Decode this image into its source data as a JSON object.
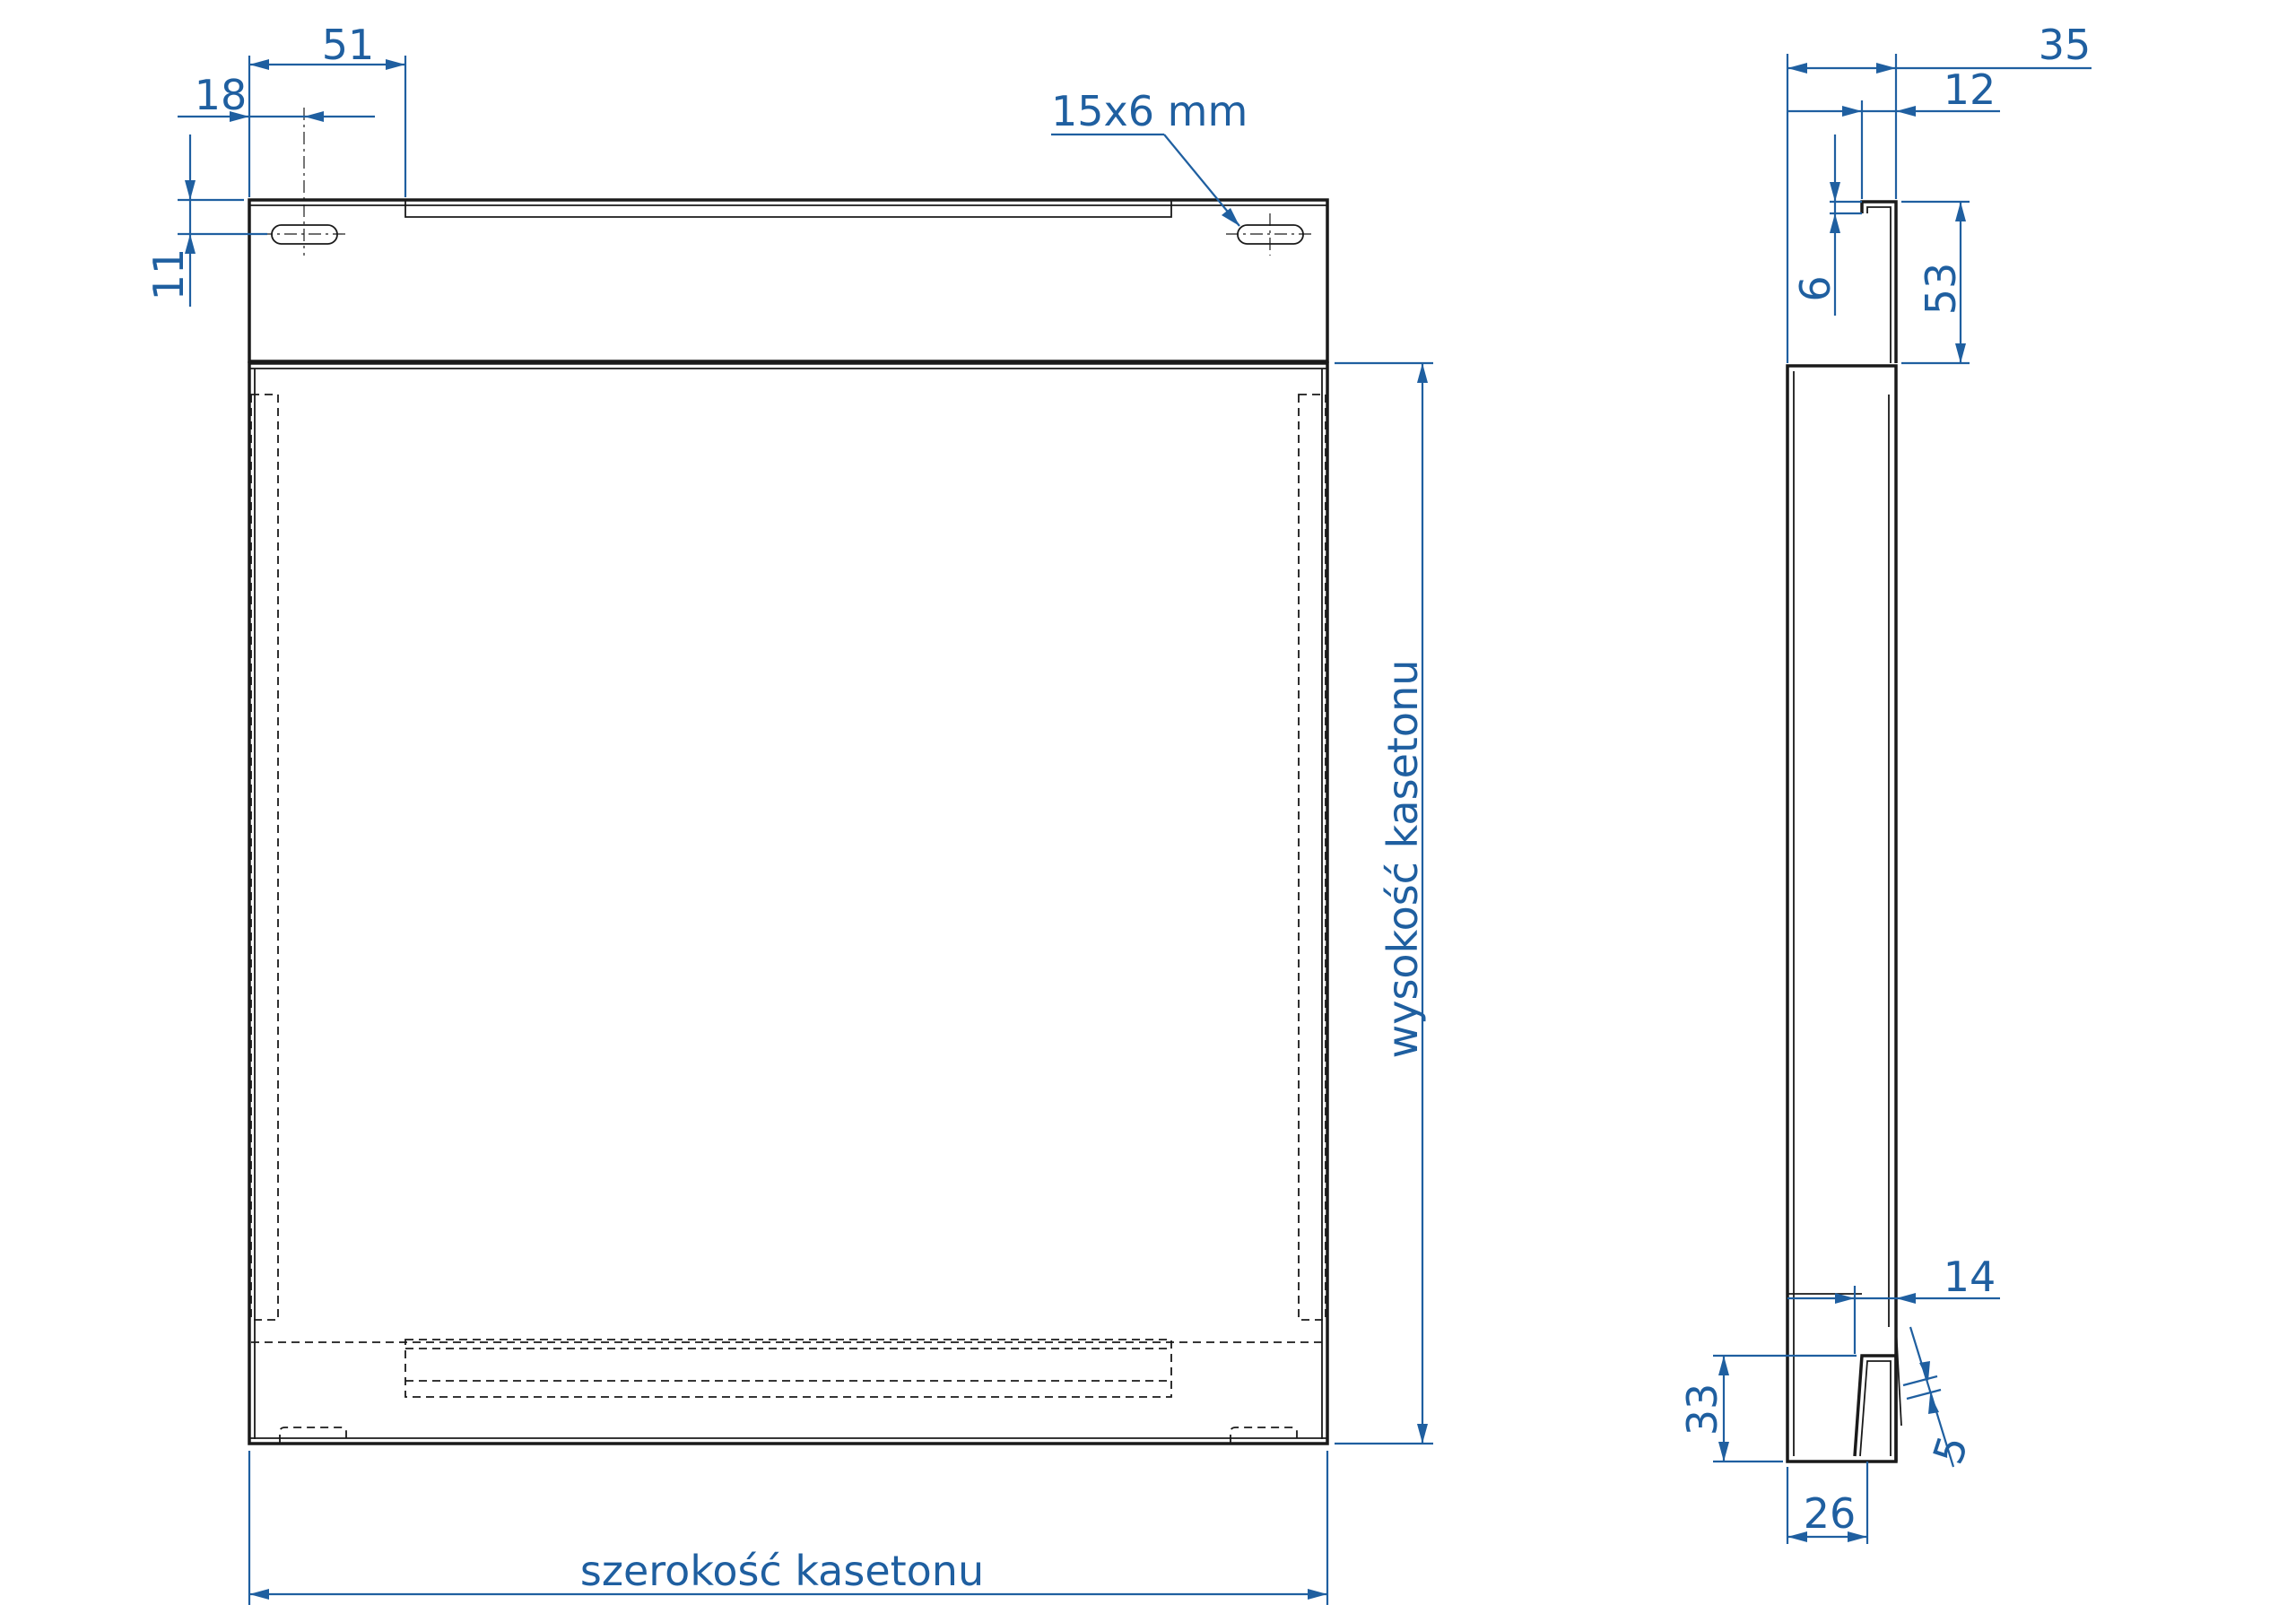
{
  "drawing": {
    "line_color": "#1a1a1a",
    "dimension_color": "#1f5fa0"
  },
  "front_view": {
    "dim_width_flange_offset": "51",
    "dim_slot_offset_x": "18",
    "dim_slot_offset_y": "11",
    "slot_callout": "15x6 mm",
    "label_height": "wysokość kasetonu",
    "label_width": "szerokość kasetonu"
  },
  "side_view": {
    "dim_total_depth": "35",
    "dim_top_lip": "12",
    "dim_top_return": "6",
    "dim_top_height": "53",
    "dim_bottom_lip": "14",
    "dim_bottom_height": "33",
    "dim_gap": "5",
    "dim_bottom_depth": "26"
  }
}
